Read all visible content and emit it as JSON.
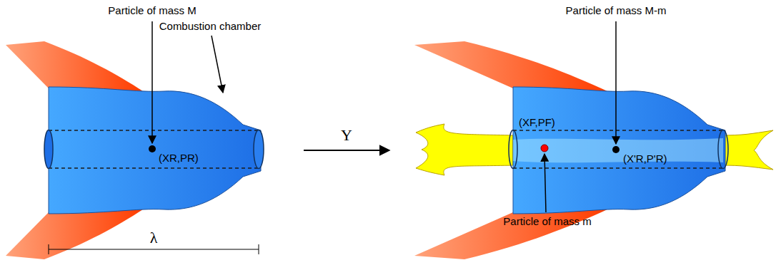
{
  "diagram": {
    "labels": [
      "Particle of mass M",
      "Combustion chamber",
      "(XR,PR)",
      "λ",
      "Υ",
      "Particle of mass M-m",
      "(XF,PF)",
      "(X'R,P'R)",
      "Particle of mass m"
    ]
  }
}
